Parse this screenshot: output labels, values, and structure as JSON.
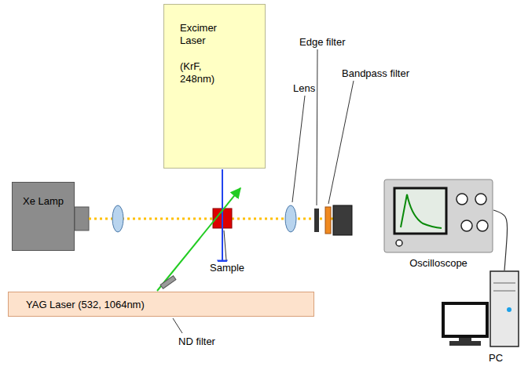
{
  "diagram": {
    "nodes": [
      {
        "text": [
          "Excimer Laser",
          "(KrF, 248nm)"
        ]
      },
      {
        "text": [
          "Xe Lamp"
        ]
      },
      {
        "text": [
          "YAG Laser (532, 1064nm)"
        ]
      },
      {
        "text": [
          "Oscilloscope"
        ]
      },
      {
        "text": [
          "PC"
        ]
      }
    ],
    "edges": [
      {
        "from": 3,
        "to": 4,
        "arrow": "none"
      }
    ],
    "labels": [
      "Edge filter",
      "Bandpass filter",
      "Lens",
      "Sample",
      "ND filter"
    ]
  }
}
